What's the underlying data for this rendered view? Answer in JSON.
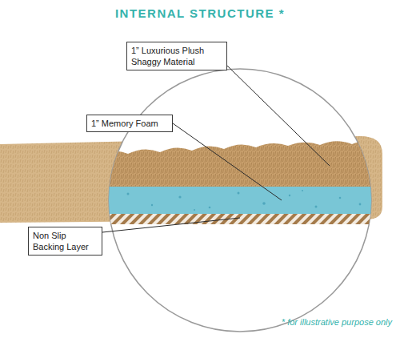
{
  "diagram": {
    "title": "INTERNAL STRUCTURE *",
    "caption": "* for illustrative purpose only",
    "nodes": [
      {
        "text": [
          "1” Luxurious Plush Shaggy Material"
        ]
      },
      {
        "text": [
          "1” Memory Foam"
        ]
      },
      {
        "text": [
          "Non Slip Backing Layer"
        ]
      }
    ]
  }
}
